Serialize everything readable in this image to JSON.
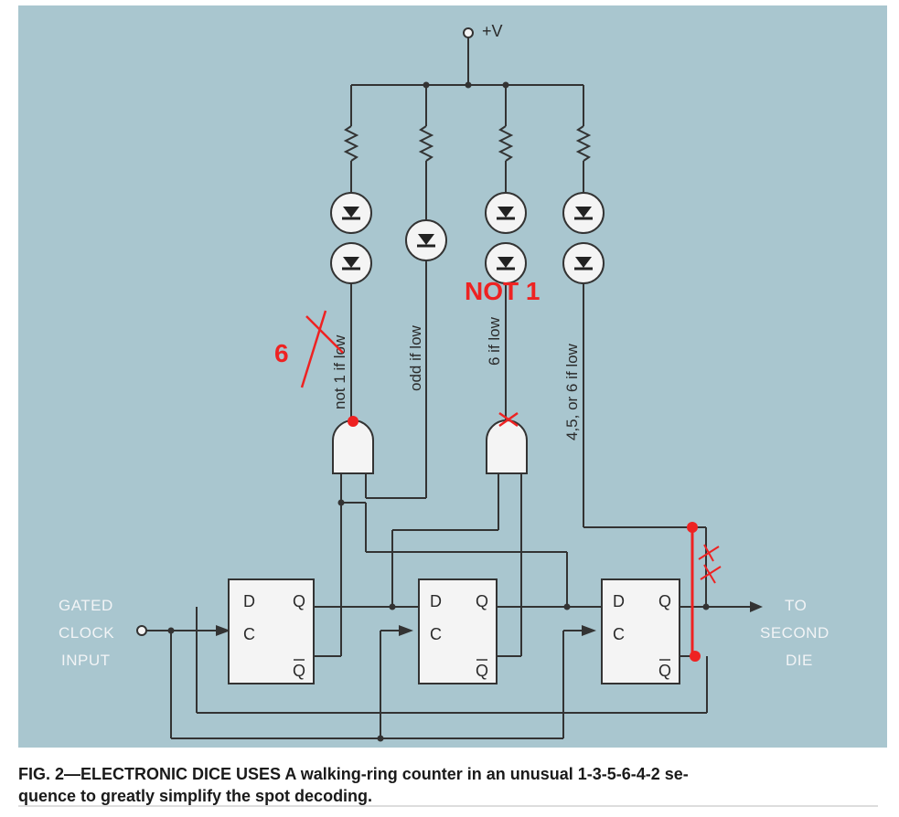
{
  "supply_label": "+V",
  "input_label": [
    "GATED",
    "CLOCK",
    "INPUT"
  ],
  "output_label": [
    "TO",
    "SECOND",
    "DIE"
  ],
  "line_labels": [
    "not 1 if low",
    "odd if low",
    "6 if low",
    "4,5, or 6 if low"
  ],
  "flipflop_pins": {
    "d": "D",
    "q": "Q",
    "c": "C",
    "qbar": "Q"
  },
  "annotations": {
    "six": "6",
    "not_one": "NOT 1"
  },
  "caption": {
    "line1": "FIG. 2—ELECTRONIC DICE USES A walking-ring counter in an unusual 1-3-5-6-4-2 se-",
    "line2": "quence to greatly simplify the spot decoding."
  },
  "colors": {
    "background": "#a9c6cf",
    "annotation": "#ee2222",
    "wire": "#333333",
    "led_ring": "#f4f4f4"
  }
}
